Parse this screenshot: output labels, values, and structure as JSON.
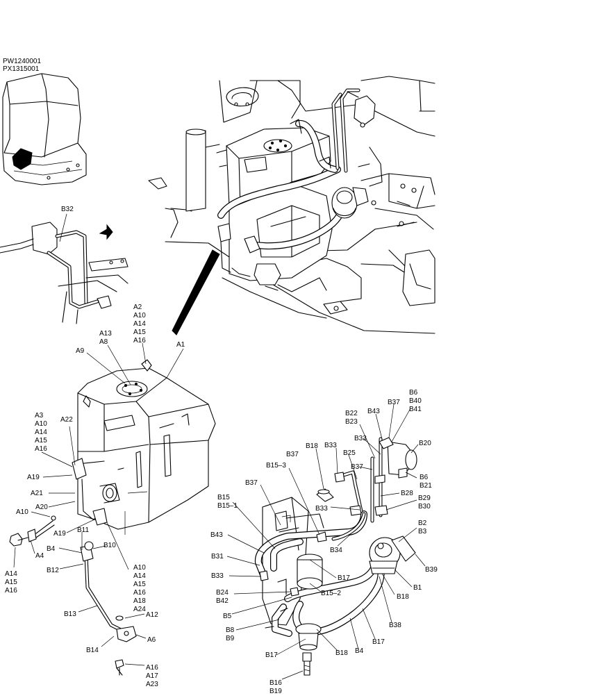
{
  "doc_codes": [
    "PW1240001",
    "PX1315001"
  ],
  "labels": {
    "a1": "A1",
    "a2_a16": [
      "A2",
      "A10",
      "A14",
      "A15",
      "A16"
    ],
    "a13_a8": [
      "A13",
      "A8"
    ],
    "a9": "A9",
    "a22": "A22",
    "a3_a16": [
      "A3",
      "A10",
      "A14",
      "A15",
      "A16"
    ],
    "a19_top": "A19",
    "a21": "A21",
    "a20": "A20",
    "a10_left": "A10",
    "a19_mid": "A19",
    "a4": "A4",
    "a14_a16": [
      "A14",
      "A15",
      "A16"
    ],
    "a10_a24": [
      "A10",
      "A14",
      "A15",
      "A16",
      "A18",
      "A24"
    ],
    "a12": "A12",
    "a6": "A6",
    "a16_a23": [
      "A16",
      "A17",
      "A23"
    ],
    "b32": "B32",
    "b11": "B11",
    "b10": "B10",
    "b4_left": "B4",
    "b12": "B12",
    "b13": "B13",
    "b14": "B14",
    "b6_b41": [
      "B6",
      "B40",
      "B41"
    ],
    "b37_top": "B37",
    "b43_top": "B43",
    "b22_b23": [
      "B22",
      "B23"
    ],
    "b33_top": "B33",
    "b20": "B20",
    "b18_top": "B18",
    "b33_second": "B33",
    "b25": "B25",
    "b37_mid": "B37",
    "b15_3": "B15–3",
    "b6_b21": [
      "B6",
      "B21"
    ],
    "b37_left": "B37",
    "b28": "B28",
    "b29_b30": [
      "B29",
      "B30"
    ],
    "b15_b15_1": [
      "B15",
      "B15–1"
    ],
    "b33_mid": "B33",
    "b2_b3": [
      "B2",
      "B3"
    ],
    "b43_left": "B43",
    "b34": "B34",
    "b39": "B39",
    "b31": "B31",
    "b17_mid": "B17",
    "b1": "B1",
    "b33_left": "B33",
    "b18_right": "B18",
    "b24_b42": [
      "B24",
      "B42"
    ],
    "b15_2": "B15–2",
    "b5": "B5",
    "b38": "B38",
    "b8_b9": [
      "B8",
      "B9"
    ],
    "b17_right": "B17",
    "b4_bottom": "B4",
    "b18_bottom": "B18",
    "b17_bottom": "B17",
    "b16_b19": [
      "B16",
      "B19"
    ]
  }
}
